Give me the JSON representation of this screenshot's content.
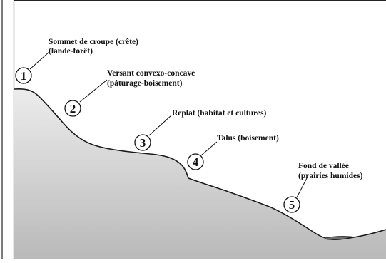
{
  "labels": [
    {
      "number": "1",
      "line1": "Sommet de croupe (crête)",
      "line2": "(lande-forêt)"
    },
    {
      "number": "2",
      "line1": "Versant convexo-concave",
      "line2": "(pâturage-boisement)"
    },
    {
      "number": "3",
      "line1": "Replat (habitat et cultures)",
      "line2": ""
    },
    {
      "number": "4",
      "line1": "Talus (boisement)",
      "line2": ""
    },
    {
      "number": "5",
      "line1": "Fond de vallée",
      "line2": "(prairies humides)"
    }
  ],
  "colors": {
    "terrain_top": "#ececec",
    "terrain_bottom": "#b9b9b9",
    "outline": "#1a1a1a",
    "water": "#6e6e6e"
  }
}
